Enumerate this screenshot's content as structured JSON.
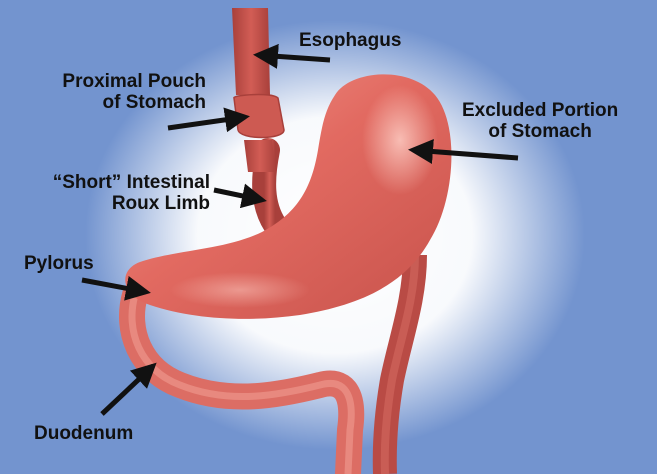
{
  "colors": {
    "background": "#7394cf",
    "glow": "#ffffff",
    "tissue": "#e0675e",
    "tissue_dark": "#b84a44",
    "tissue_light": "#f7b4aa",
    "arrow": "#111111"
  },
  "labels": {
    "esophagus": "Esophagus",
    "proximal_pouch": [
      "Proximal Pouch",
      "of Stomach"
    ],
    "short_roux": [
      "“Short” Intestinal",
      "Roux Limb"
    ],
    "excluded_portion": [
      "Excluded Portion",
      "of Stomach"
    ],
    "pylorus": "Pylorus",
    "duodenum": "Duodenum"
  }
}
